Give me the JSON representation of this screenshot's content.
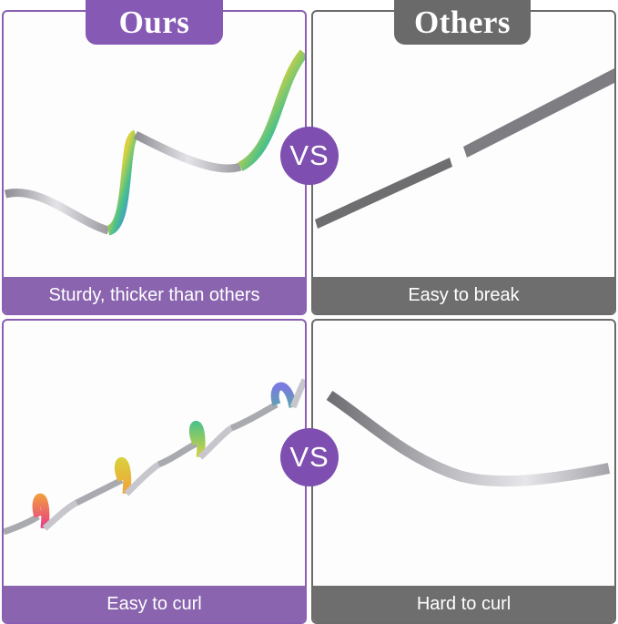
{
  "header": {
    "ours_label": "Ours",
    "others_label": "Others"
  },
  "vs_label": "VS",
  "panels": {
    "top_left_caption": "Sturdy, thicker than others",
    "top_right_caption": "Easy to break",
    "bottom_left_caption": "Easy to curl",
    "bottom_right_caption": "Hard to curl"
  },
  "colors": {
    "ours_purple": "#8659b4",
    "others_gray": "#6a6a6a"
  }
}
